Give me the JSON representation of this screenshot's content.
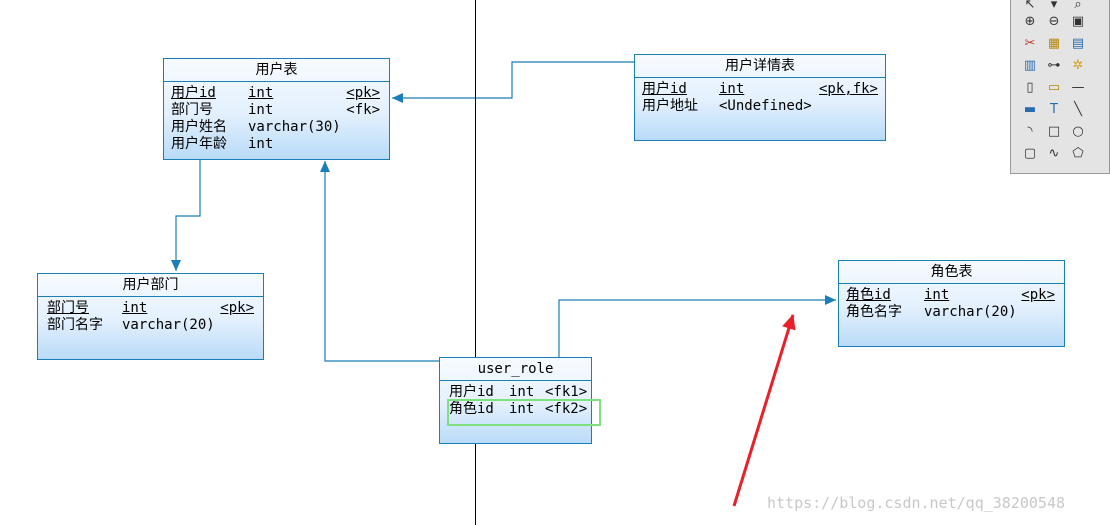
{
  "entities": {
    "user_table": {
      "title": "用户表",
      "rows": [
        {
          "name": "用户id",
          "type": "int",
          "key": "<pk>"
        },
        {
          "name": "部门号",
          "type": "int",
          "key": "<fk>"
        },
        {
          "name": "用户姓名",
          "type": "varchar(30)",
          "key": ""
        },
        {
          "name": "用户年龄",
          "type": "int",
          "key": ""
        }
      ]
    },
    "user_detail": {
      "title": "用户详情表",
      "rows": [
        {
          "name": "用户id",
          "type": "int",
          "key": "<pk,fk>"
        },
        {
          "name": "用户地址",
          "type": "<Undefined>",
          "key": ""
        }
      ]
    },
    "user_dept": {
      "title": "用户部门",
      "rows": [
        {
          "name": "部门号",
          "type": "int",
          "key": "<pk>"
        },
        {
          "name": "部门名字",
          "type": "varchar(20)",
          "key": ""
        }
      ]
    },
    "role_table": {
      "title": "角色表",
      "rows": [
        {
          "name": "角色id",
          "type": "int",
          "key": "<pk>"
        },
        {
          "name": "角色名字",
          "type": "varchar(20)",
          "key": ""
        }
      ]
    },
    "user_role": {
      "title": "user_role",
      "rows": [
        {
          "name": "用户id",
          "type": "int",
          "key": "<fk1>"
        },
        {
          "name": "角色id",
          "type": "int",
          "key": "<fk2>"
        }
      ]
    }
  },
  "watermark": "https://blog.csdn.net/qq_38200548",
  "colors": {
    "connector": "#1a7fb8",
    "annotation_arrow": "#e8202a",
    "highlight": "#7fe07f"
  },
  "toolbar_icons": [
    "pointer-icon",
    "bucket-icon",
    "zoom-icon",
    "zoom-in-icon",
    "zoom-out-icon",
    "properties-icon",
    "cut-icon",
    "copy-icon",
    "table-icon",
    "view-icon",
    "reference-icon",
    "procedure-icon",
    "note-icon",
    "file-icon",
    "line-icon",
    "link-icon",
    "text-icon",
    "diagonal-line-icon",
    "arc-icon",
    "rectangle-icon",
    "ellipse-icon",
    "rounded-rect-icon",
    "polyline-icon",
    "polygon-icon"
  ]
}
